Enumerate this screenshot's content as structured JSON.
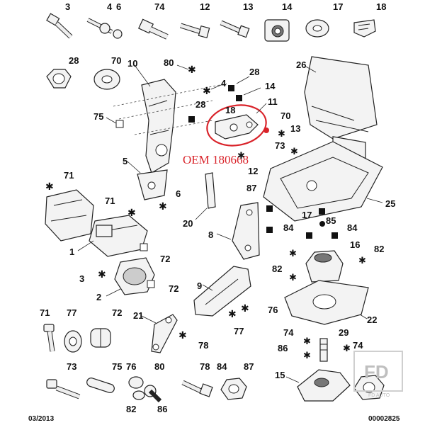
{
  "diagram": {
    "top_row_labels": [
      "3",
      "4",
      "6",
      "74",
      "12",
      "13",
      "14",
      "17",
      "18"
    ],
    "second_row_labels": [
      "28",
      "70"
    ],
    "labels": {
      "n80a": "80",
      "n10": "10",
      "n26": "26",
      "n4": "4",
      "n28a": "28",
      "n14": "14",
      "n75": "75",
      "n28b": "28",
      "n18": "18",
      "n11": "11",
      "n70": "70",
      "n13": "13",
      "n5": "5",
      "n12": "12",
      "n73": "73",
      "n71a": "71",
      "n6": "6",
      "n20": "20",
      "n87": "87",
      "n25": "25",
      "n71b": "71",
      "n17": "17",
      "n85": "85",
      "n84a": "84",
      "n84b": "84",
      "n8": "8",
      "n1": "1",
      "n72a": "72",
      "n16": "16",
      "n82a": "82",
      "n82b": "82",
      "n3": "3",
      "n2": "2",
      "n72b": "72",
      "n9": "9",
      "n76": "76",
      "n22": "22",
      "n71c": "71",
      "n77a": "77",
      "n72c": "72",
      "n21": "21",
      "n77b": "77",
      "n78": "78",
      "n74a": "74",
      "n29": "29",
      "n86": "86",
      "n74b": "74",
      "n73b": "73",
      "n75b": "75",
      "n76b": "76",
      "n80b": "80",
      "n78b": "78",
      "n84c": "84",
      "n87b": "87",
      "n15": "15",
      "n82c": "82",
      "n86b": "86"
    },
    "oem_text": "OEM 180668",
    "date_code": "03/2013",
    "ref_number": "00002825",
    "watermark": "FD",
    "watermark_sub": "FD AUTO"
  },
  "colors": {
    "highlight": "#d9232a",
    "ink": "#222222",
    "paper": "#ffffff"
  },
  "icons": [
    "bolt-icon",
    "nut-icon",
    "washer-icon",
    "clip-icon",
    "star-marker-icon",
    "square-marker-icon",
    "dot-marker-icon"
  ]
}
